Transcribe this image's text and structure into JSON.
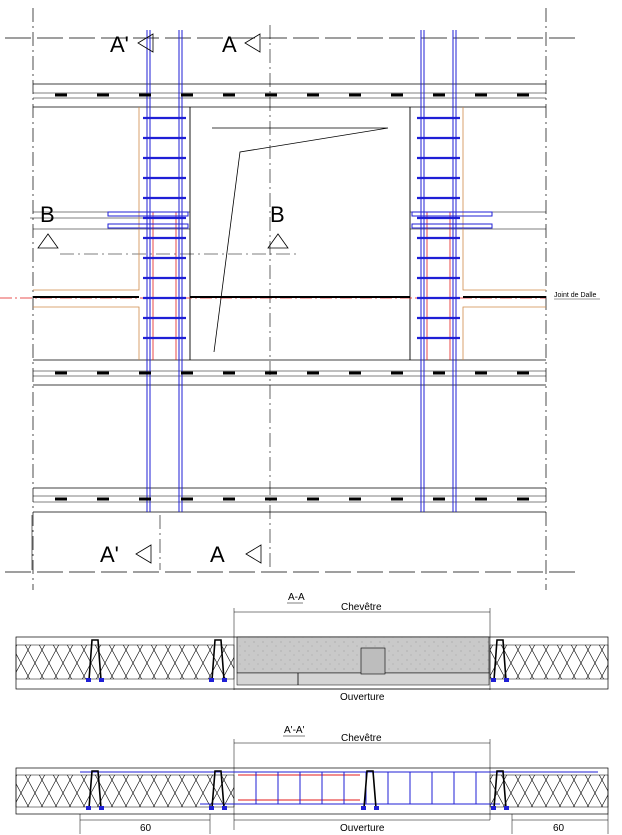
{
  "plan": {
    "section_aa_mark_top": "A",
    "section_a2a2_mark_top": "A'",
    "section_aa_mark_bottom": "A",
    "section_a2a2_mark_bottom": "A'",
    "section_b_mark_left": "B",
    "section_b_mark_right": "B",
    "joint_label": "Joint de Dalle"
  },
  "section_aa": {
    "title": "A-A",
    "top_dim": "Chevêtre",
    "bottom_dim": "Ouverture"
  },
  "section_a2a2": {
    "title": "A'-A'",
    "top_dim": "Chevêtre",
    "bottom_dim": "Ouverture",
    "dim_left": "60",
    "dim_right": "60"
  },
  "colors": {
    "line": "#000000",
    "rebar": "#1f1fd6",
    "joint": "#e31b1b",
    "timber": "#d08a4a",
    "concrete": "#cfcfcf"
  }
}
